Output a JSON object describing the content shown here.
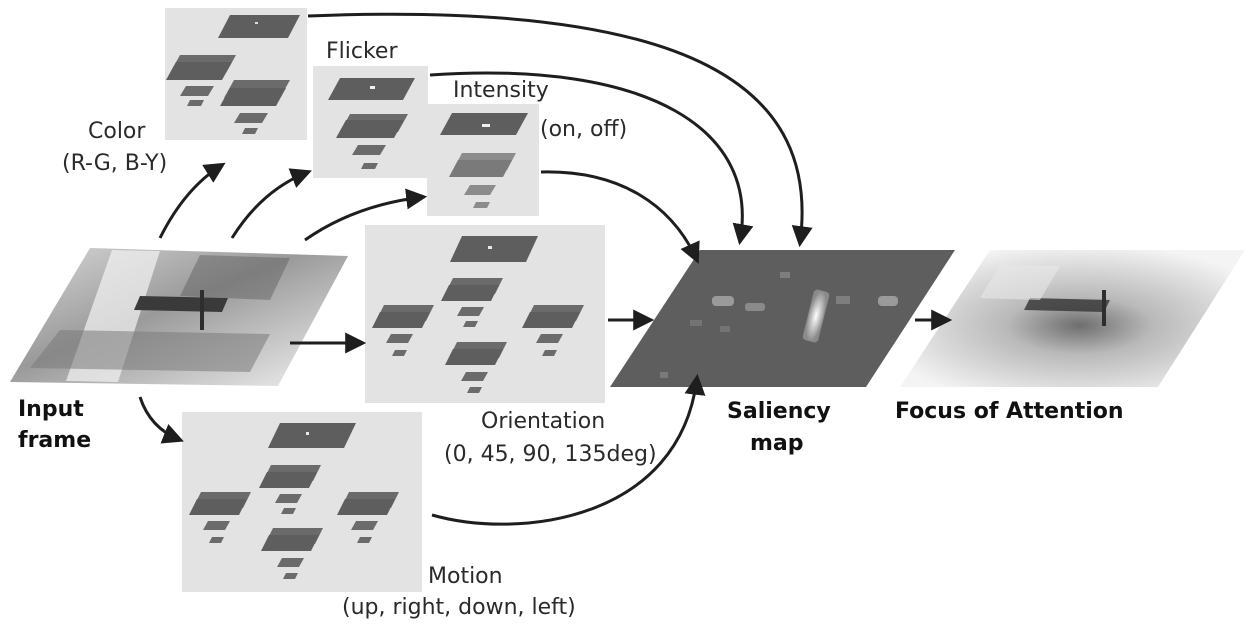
{
  "labels": {
    "input": [
      "Input",
      "frame"
    ],
    "color": [
      "Color",
      "(R-G, B-Y)"
    ],
    "flicker": "Flicker",
    "intensity": [
      "Intensity",
      "(on, off)"
    ],
    "orientation": [
      "Orientation",
      "(0, 45, 90, 135deg)"
    ],
    "motion": [
      "Motion",
      "(up, right, down, left)"
    ],
    "saliency": [
      "Saliency",
      "map"
    ],
    "focus": "Focus of Attention"
  },
  "colors": {
    "panel": "#e3e3e3",
    "map": "#5e5e5e",
    "arrow": "#1e1e1e",
    "text": "#2a2a2a"
  }
}
